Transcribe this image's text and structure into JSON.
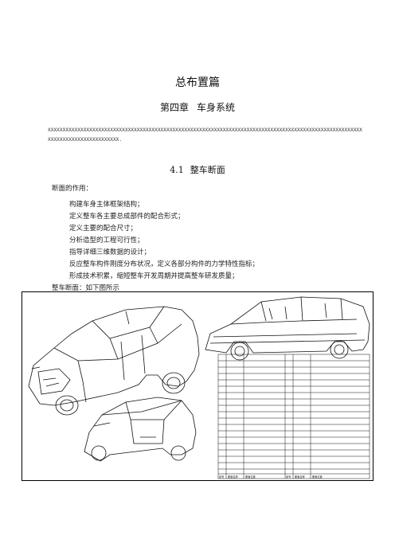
{
  "header": {
    "title": "总布置篇"
  },
  "chapter": {
    "number": "第四章",
    "name": "车身系统"
  },
  "intro_placeholder": "XXXXXXXXXXXXXXXXXXXXXXXXXXXXXXXXXXXXXXXXXXXXXXXXXXXXXXXXXXXXXXXXXXXXXXXXXXXXXXXXXXXXXXXXXXXXXXXXXXXXXXXXXXXXXXXXXXXXXXXXXXXXXXXXXX.",
  "section": {
    "number": "4.1",
    "name": "整车断面"
  },
  "purpose_heading": "断面的作用：",
  "purpose_items": [
    "构建车身主体框架结构；",
    "定义整车各主要总成部件的配合形式；",
    "定义主要的配合尺寸；",
    "分析造型的工程可行性；",
    "指导详细三维数据的设计；",
    "反应整车构件刚度分布状况，定义各部分构件的力学特性指标；",
    "形成技术积累，缩短整车开发周期并提高整车研发质量；"
  ],
  "figure_caption": "整车断面：如下图所示",
  "figure": {
    "table_headers": [
      "序号",
      "断面名称",
      "断面位置",
      "序号",
      "断面名称",
      "断面位置"
    ]
  }
}
